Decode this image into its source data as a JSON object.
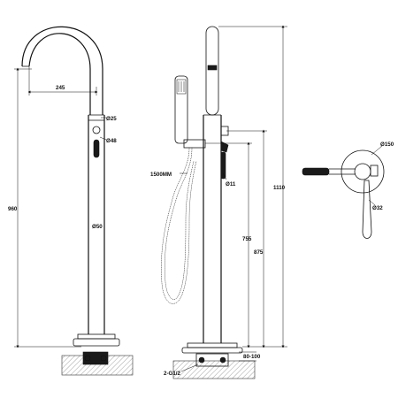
{
  "dimensions": {
    "spout_reach": "245",
    "spout_diameter": "Ø25",
    "handle_diameter": "Ø48",
    "column_diameter": "Ø50",
    "total_height_left": "960",
    "hose_length": "1500MM",
    "lever_diameter": "Ø11",
    "overall_height": "1110",
    "holder_height": "755",
    "outlet_height": "875",
    "floor_clearance": "80-100",
    "inlet_thread": "2-G1/2",
    "plate_diameter": "Ø150",
    "body_diameter": "Ø32"
  },
  "colors": {
    "line": "#111111",
    "hatch": "#555555",
    "background": "#ffffff"
  }
}
